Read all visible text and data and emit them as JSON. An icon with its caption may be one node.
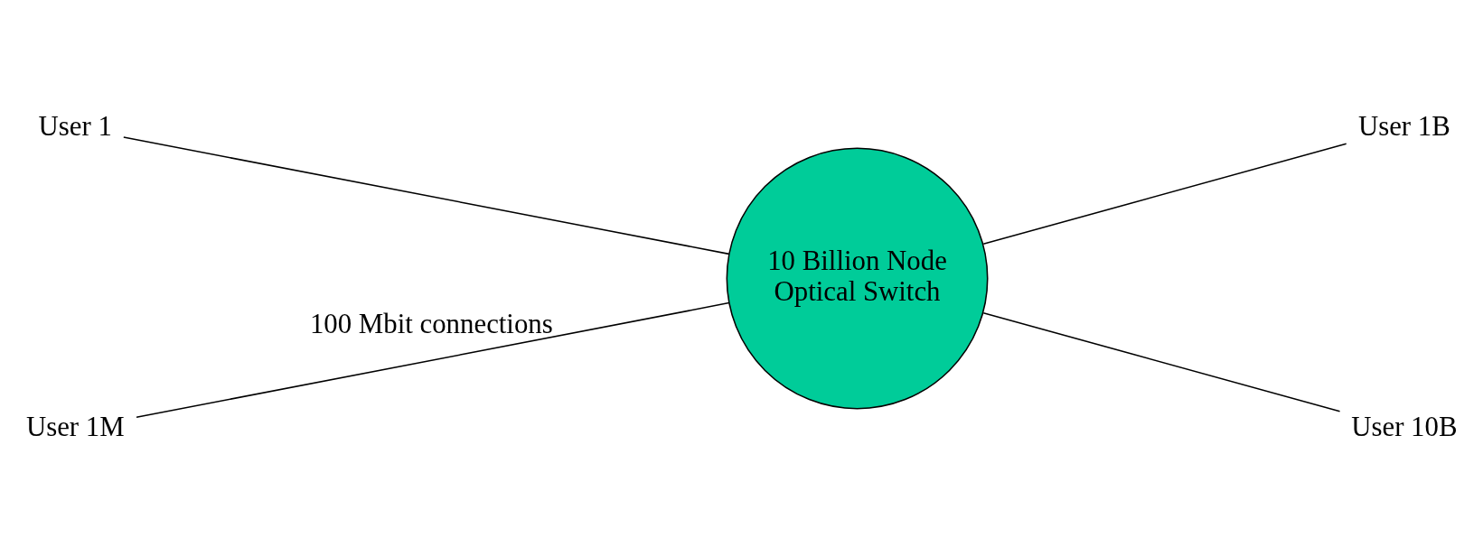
{
  "diagram": {
    "nodes": [
      {
        "text": [
          "User 1"
        ]
      },
      {
        "text": [
          "User 1M"
        ]
      },
      {
        "text": [
          "10 Billion Node Optical Switch"
        ]
      },
      {
        "text": [
          "User 1B"
        ]
      },
      {
        "text": [
          "User 10B"
        ]
      }
    ],
    "edges": [
      {
        "from": 0,
        "to": 2,
        "arrow": "none"
      },
      {
        "from": 1,
        "to": 2,
        "arrow": "none",
        "label": "100 Mbit connections"
      },
      {
        "from": 2,
        "to": 3,
        "arrow": "none"
      },
      {
        "from": 2,
        "to": 4,
        "arrow": "none"
      }
    ]
  }
}
